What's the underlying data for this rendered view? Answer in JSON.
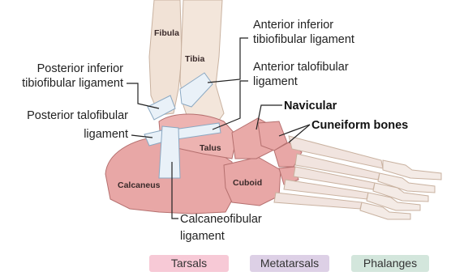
{
  "labels": {
    "fibula": "Fibula",
    "tibia": "Tibia",
    "talus": "Talus",
    "calcaneus": "Calcaneus",
    "cuboid": "Cuboid",
    "anterior_inferior_tibiofibular_1": "Anterior inferior",
    "anterior_inferior_tibiofibular_2": "tibiofibular ligament",
    "anterior_talofibular_1": "Anterior talofibular",
    "anterior_talofibular_2": "ligament",
    "posterior_inferior_tibiofibular_1": "Posterior inferior",
    "posterior_inferior_tibiofibular_2": "tibiofibular ligament",
    "posterior_talofibular_1": "Posterior talofibular",
    "posterior_talofibular_2": "ligament",
    "navicular": "Navicular",
    "cuneiform": "Cuneiform bones",
    "calcaneofibular_1": "Calcaneofibular",
    "calcaneofibular_2": "ligament"
  },
  "legend": [
    {
      "label": "Tarsals",
      "color": "#f7c9d6"
    },
    {
      "label": "Metatarsals",
      "color": "#ddd0e6"
    },
    {
      "label": "Phalanges",
      "color": "#d3e6dc"
    }
  ],
  "colors": {
    "tarsal_bone": "#e8a7a6",
    "tarsal_stroke": "#b5706f",
    "long_bone": "#f1e2d6",
    "long_bone_stroke": "#c9b2a0",
    "ligament": "#e9f1f8",
    "ligament_stroke": "#8aa8c2"
  }
}
